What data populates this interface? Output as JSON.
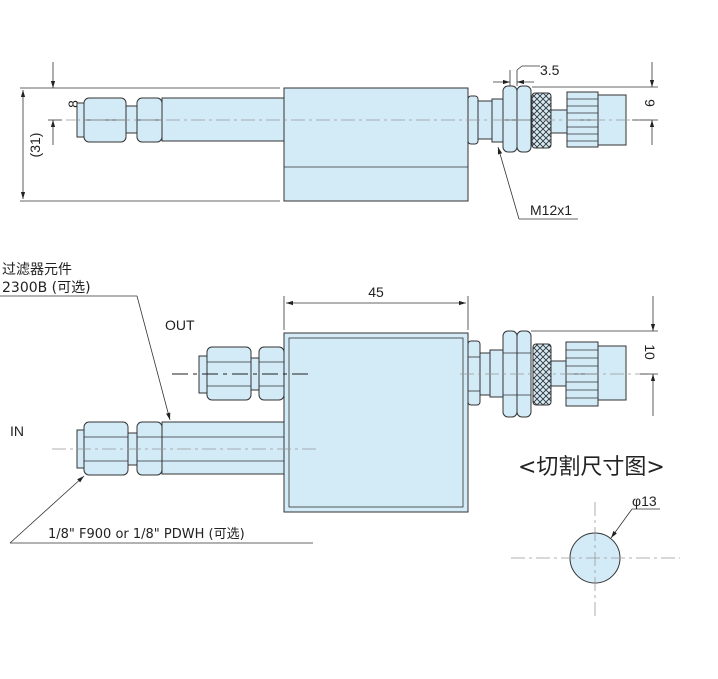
{
  "drawing": {
    "top_view": {
      "dim_height_total": "(31)",
      "dim_inlet_offset": "8",
      "dim_nut_thickness": "3.5",
      "dim_outlet_offset": "9",
      "thread_label": "M12x1"
    },
    "front_view": {
      "filter_label_line1": "过滤器元件",
      "filter_label_line2": "2300B (可选)",
      "out_label": "OUT",
      "in_label": "IN",
      "dim_width": "45",
      "dim_outlet_offset": "10",
      "fitting_label": "1/8\" F900  or 1/8\" PDWH (可选)"
    },
    "cutout": {
      "title": "<切割尺寸图>",
      "diameter_label": "φ13"
    }
  },
  "colors": {
    "part_fill": "#d3eaf7",
    "line": "#333333"
  }
}
